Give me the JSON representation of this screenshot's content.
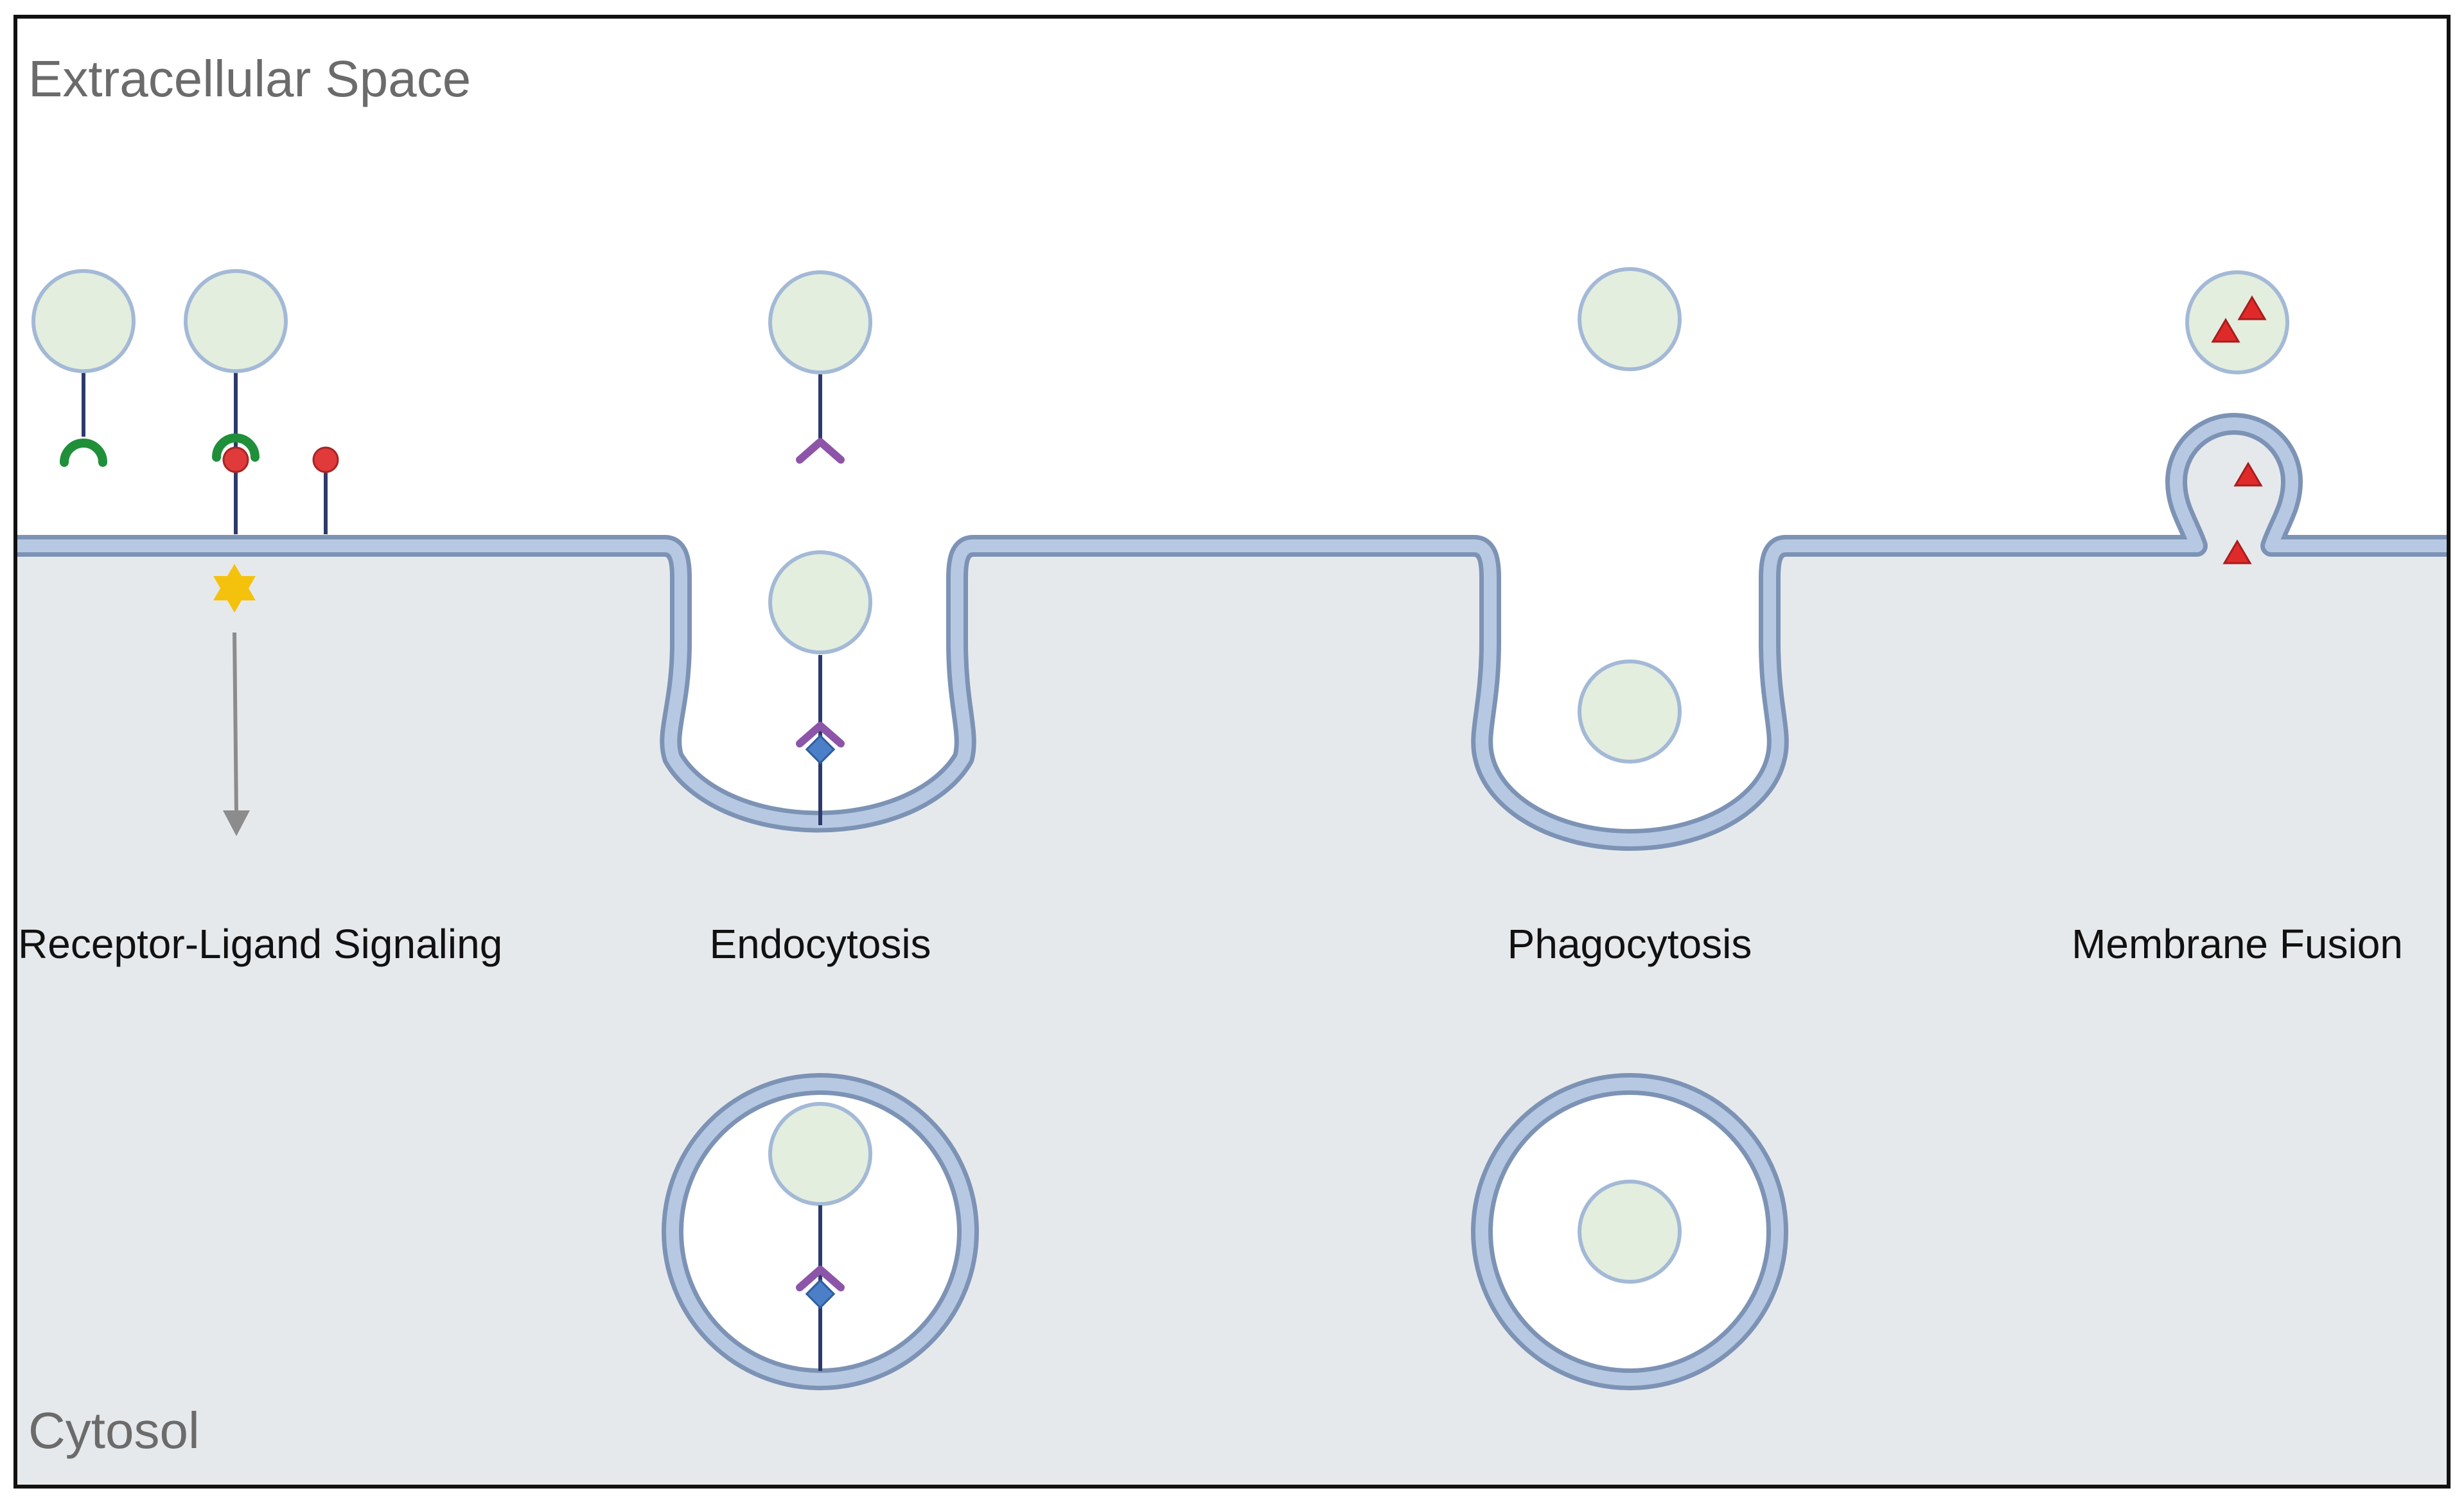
{
  "regions": {
    "extracellular": "Extracellular Space",
    "cytosol": "Cytosol"
  },
  "processes": {
    "receptor_ligand": "Receptor-Ligand Signaling",
    "endocytosis": "Endocytosis",
    "phagocytosis": "Phagocytosis",
    "membrane_fusion": "Membrane Fusion"
  },
  "colors": {
    "cytosol": "#e6e9ec",
    "membrane_fill": "#b7c9e2",
    "membrane_edge": "#7d93b5",
    "vesicle_fill": "#e3eedf",
    "vesicle_edge": "#a3b9d6",
    "stalk": "#2e3a6b",
    "receptor_green": "#1f8f3a",
    "ligand_red": "#e03a3a",
    "receptor_purple": "#8c55a8",
    "diamond_blue": "#4b7fc8",
    "star_yellow": "#f4c20d",
    "arrow_gray": "#8c8c8c",
    "cargo_red": "#e02a2a"
  }
}
